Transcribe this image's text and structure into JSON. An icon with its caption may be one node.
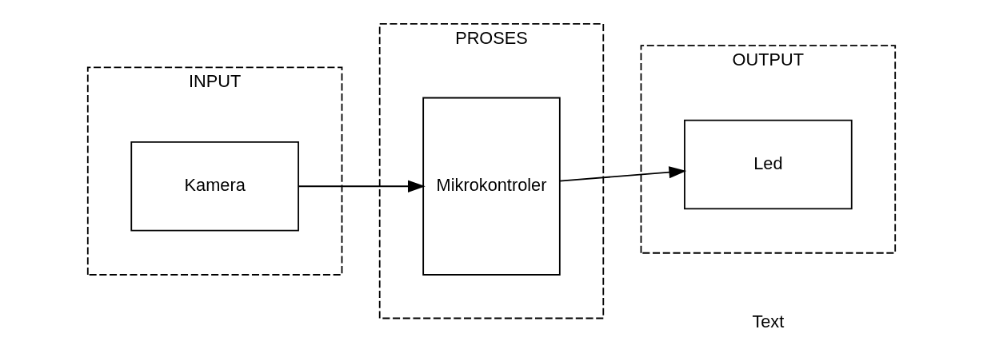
{
  "diagram": {
    "nodes": [
      {
        "text": [
          "INPUT"
        ]
      },
      {
        "text": [
          "Kamera"
        ],
        "in": 0
      },
      {
        "text": [
          "PROSES"
        ]
      },
      {
        "text": [
          "Mikrokontroler"
        ],
        "in": 2
      },
      {
        "text": [
          "OUTPUT"
        ]
      },
      {
        "text": [
          "Led"
        ],
        "in": 4
      }
    ],
    "edges": [
      {
        "from": 1,
        "to": 3,
        "arrow": "to"
      },
      {
        "from": 3,
        "to": 5,
        "arrow": "to"
      }
    ],
    "labels": [
      "Text"
    ]
  }
}
